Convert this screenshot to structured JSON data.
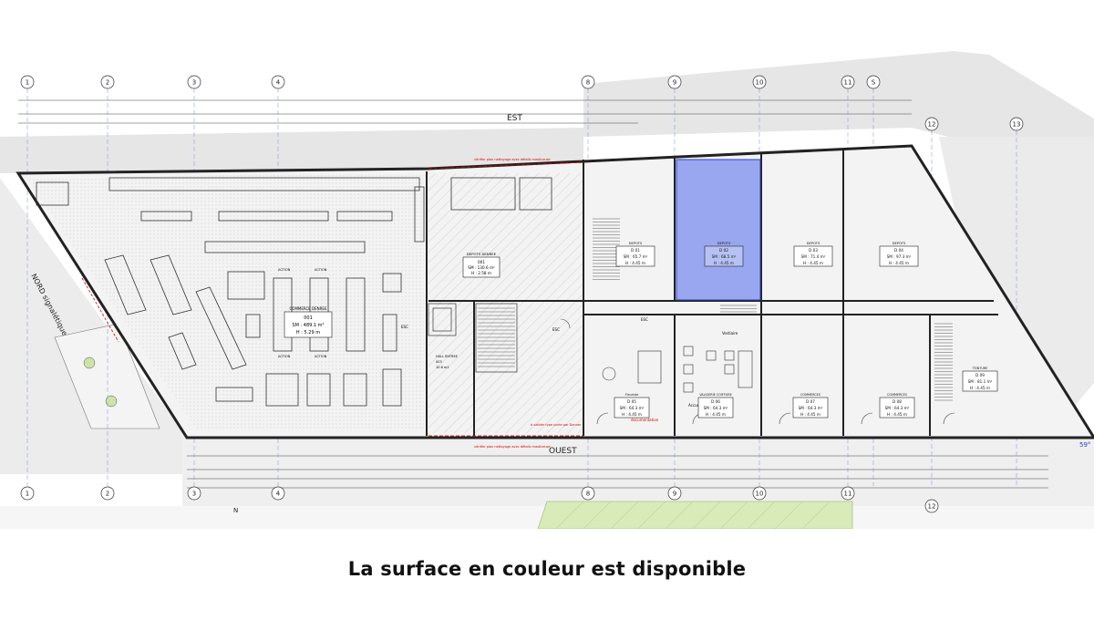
{
  "caption": "La surface en couleur est disponible",
  "colors": {
    "available": "#8f9ff0",
    "sidewalk": "#e4e4e4",
    "green_area": "#d9ebb8",
    "wall": "#222222",
    "grid": "#6c7fd0",
    "annotation_red": "#d40000",
    "thin_line": "#555555"
  },
  "grid_axes": [
    "1",
    "2",
    "3",
    "4",
    "8",
    "9",
    "10",
    "11",
    "S",
    "12",
    "13"
  ],
  "orientation": {
    "east": "EST",
    "west": "OUEST",
    "north_sign": "NORD signalétique",
    "n_mark": "N"
  },
  "elevation": "59°",
  "main_store": {
    "name": "COMMERCE DENREE",
    "id": "001",
    "sm": "SM : 489.1 m²",
    "h": "H : 5.29 m"
  },
  "depot_main": {
    "name": "DEPOTS DENREE",
    "id": "001",
    "sm": "SM : 130.6 m²",
    "h": "H : 2.58 m"
  },
  "hall": {
    "name": "HALL ENTREE",
    "id": "003",
    "sm": "10.6 m2"
  },
  "depots": [
    {
      "name": "DEPOTS",
      "id": "D 01",
      "sm": "SM : 65.7 m²",
      "h": "H : 4.45 m",
      "available": false
    },
    {
      "name": "DEPOTS",
      "id": "D 02",
      "sm": "SM : 68.5 m²",
      "h": "H : 4.45 m",
      "available": true
    },
    {
      "name": "DEPOTS",
      "id": "D 03",
      "sm": "SM : 71.4 m²",
      "h": "H : 4.45 m",
      "available": false
    },
    {
      "name": "DEPOTS",
      "id": "D 04",
      "sm": "SM : 97.3 m²",
      "h": "H : 4.45 m",
      "available": false
    }
  ],
  "commerces": [
    {
      "name": "Fleuriste",
      "id": "D 05",
      "sm": "SM : 64.3 m²",
      "h": "H : 4.45 m"
    },
    {
      "name": "VALIGERIE COIFFURE",
      "id": "D 06",
      "sm": "SM : 64.3 m²",
      "h": "H : 4.45 m"
    },
    {
      "name": "COMMERCES",
      "id": "D 07",
      "sm": "SM : 64.3 m²",
      "h": "H : 4.45 m"
    },
    {
      "name": "COMMERCES",
      "id": "D 08",
      "sm": "SM : 64.3 m²",
      "h": "H : 4.45 m"
    },
    {
      "name": "TEINTURE",
      "id": "D 09",
      "sm": "SM : 81.1 m²",
      "h": "H : 4.45 m"
    }
  ],
  "small_labels": {
    "action": "ACTION",
    "esc": "ESC",
    "accueil": "Accueil",
    "vestiaire": "Vestiaire",
    "documentation": "documentation",
    "red_note_top": "vitrifier plan nettoyage avec détails masticeuse",
    "red_note_bottom": "vitrifier plan nettoyage avec détails masticeuse",
    "red_note_mid": "à valider type porte par Denner"
  }
}
